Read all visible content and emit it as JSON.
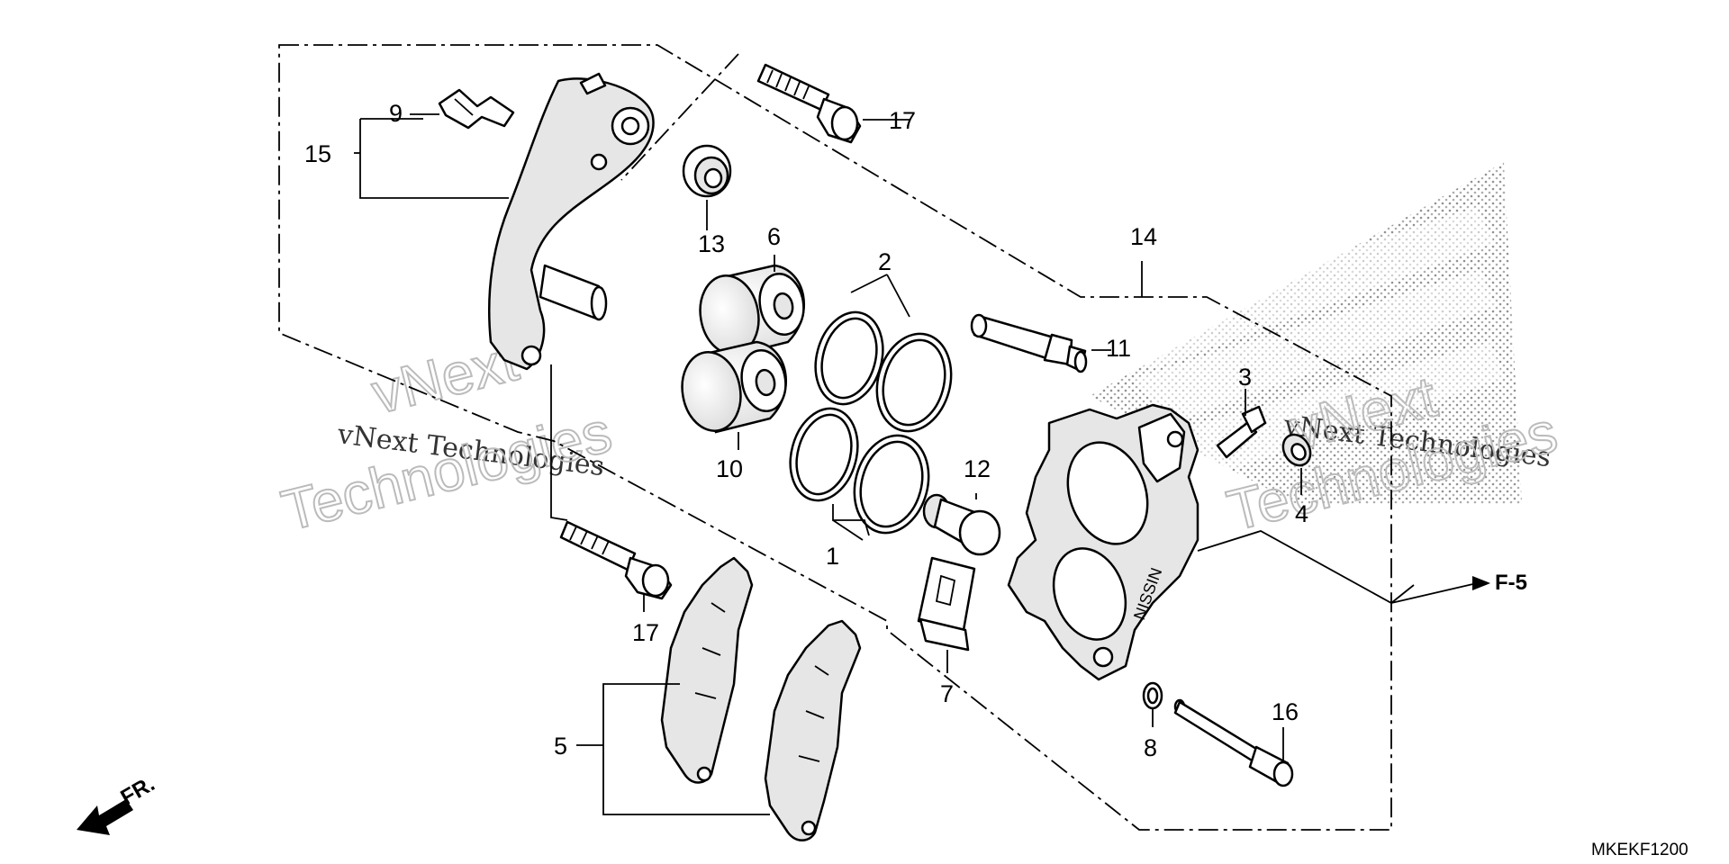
{
  "diagram": {
    "drawing_code": "MKEKF1200",
    "reference_label": "F-5",
    "front_indicator": "FR.",
    "callouts": {
      "c1": "1",
      "c2": "2",
      "c3": "3",
      "c4": "4",
      "c5": "5",
      "c6": "6",
      "c7": "7",
      "c8": "8",
      "c9": "9",
      "c10": "10",
      "c11": "11",
      "c12": "12",
      "c13": "13",
      "c14": "14",
      "c15": "15",
      "c16": "16",
      "c17a": "17",
      "c17b": "17"
    },
    "caliper_brand": "NISSIN"
  },
  "watermark": {
    "line1": "vNext Technologies",
    "outline1": "vNext",
    "outline2": "Technologies"
  }
}
